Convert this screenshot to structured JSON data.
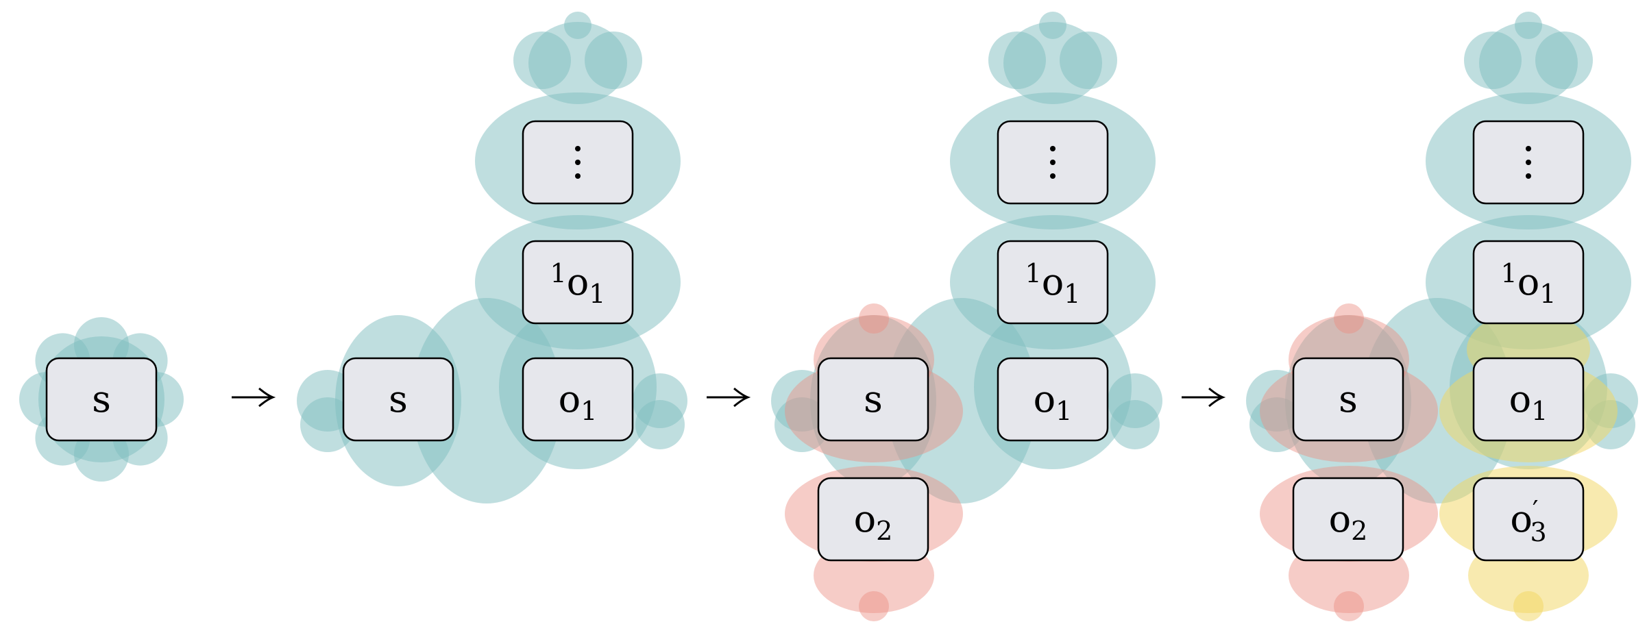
{
  "diagram": {
    "stages": [
      {
        "nodes": [
          {
            "id": "s",
            "label": "s"
          }
        ]
      },
      {
        "nodes": [
          {
            "id": "s",
            "label": "s"
          },
          {
            "id": "o1",
            "label": "o",
            "subscript": "1"
          },
          {
            "id": "1o1",
            "label": "o",
            "superscript": "1",
            "subscript": "1"
          },
          {
            "id": "dots",
            "label": "⋮"
          }
        ]
      },
      {
        "nodes": [
          {
            "id": "s",
            "label": "s"
          },
          {
            "id": "o1",
            "label": "o",
            "subscript": "1"
          },
          {
            "id": "1o1",
            "label": "o",
            "superscript": "1",
            "subscript": "1"
          },
          {
            "id": "dots",
            "label": "⋮"
          },
          {
            "id": "o2",
            "label": "o",
            "subscript": "2"
          }
        ]
      },
      {
        "nodes": [
          {
            "id": "s",
            "label": "s"
          },
          {
            "id": "o1",
            "label": "o",
            "subscript": "1"
          },
          {
            "id": "1o1",
            "label": "o",
            "superscript": "1",
            "subscript": "1"
          },
          {
            "id": "dots",
            "label": "⋮"
          },
          {
            "id": "o2",
            "label": "o",
            "subscript": "2"
          },
          {
            "id": "o3prime",
            "label": "o",
            "prime": "′",
            "subscript": "3"
          }
        ]
      }
    ],
    "arrow_glyph": "→",
    "colors": {
      "teal": "#7fbdbf",
      "pink": "#ec8d83",
      "yellow": "#f1d560",
      "node_fill": "#e6e7ec",
      "node_stroke": "#000000"
    }
  }
}
